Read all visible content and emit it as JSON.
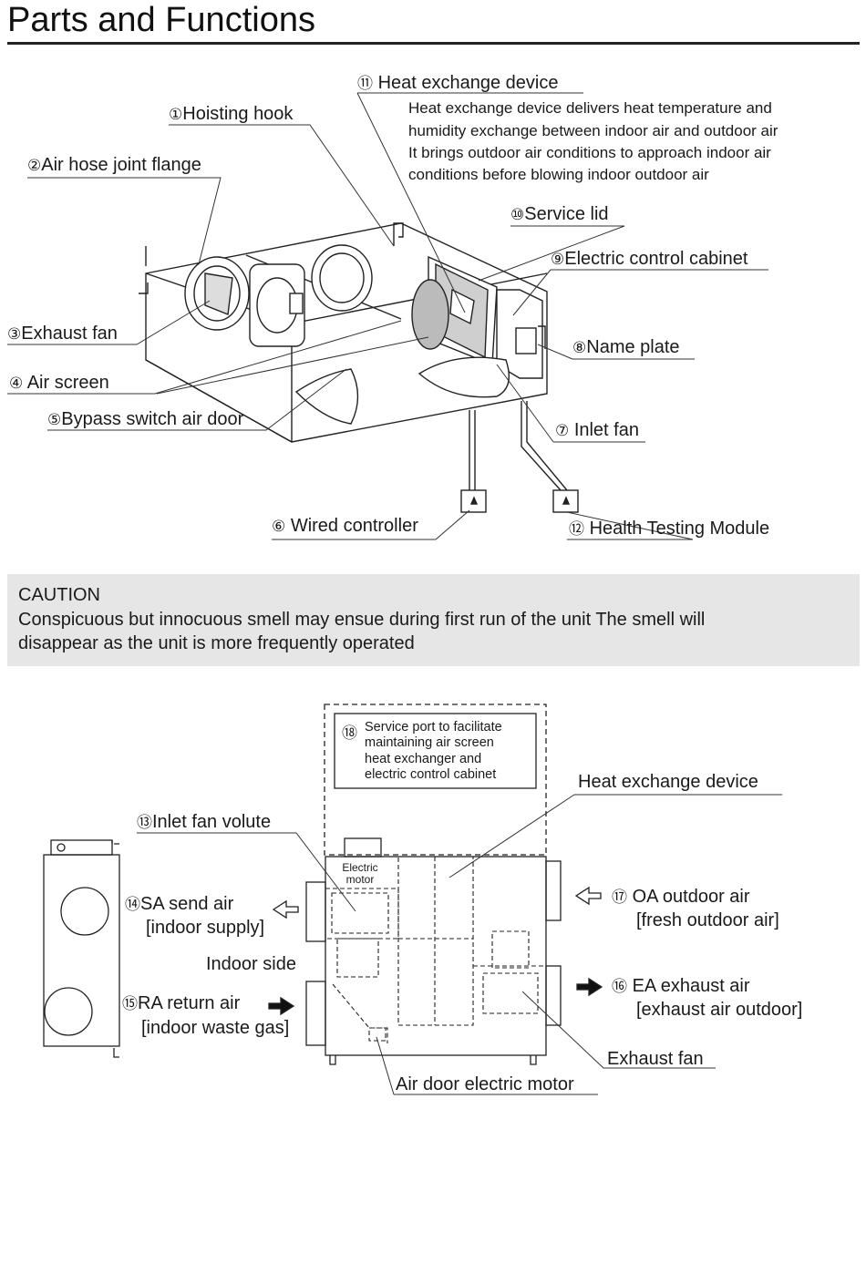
{
  "title": "Parts and Functions",
  "top_diagram": {
    "labels": {
      "hoisting_hook": {
        "num": "①",
        "text": "Hoisting hook"
      },
      "air_hose_joint_flange": {
        "num": "②",
        "text": "Air hose joint flange"
      },
      "exhaust_fan": {
        "num": "③",
        "text": "Exhaust fan"
      },
      "air_screen": {
        "num": "④",
        "text": "Air screen"
      },
      "bypass_switch_air_door": {
        "num": "⑤",
        "text": "Bypass switch air door"
      },
      "wired_controller": {
        "num": "⑥",
        "text": "Wired controller"
      },
      "inlet_fan": {
        "num": "⑦",
        "text": "Inlet fan"
      },
      "name_plate": {
        "num": "⑧",
        "text": "Name plate"
      },
      "electric_control_cabinet": {
        "num": "⑨",
        "text": "Electric control cabinet"
      },
      "service_lid": {
        "num": "⑩",
        "text": "Service lid"
      },
      "heat_exchange_device": {
        "num": "⑪",
        "text": "Heat exchange device"
      },
      "health_testing_module": {
        "num": "⑫",
        "text": "Health Testing Module"
      }
    },
    "heat_exchange_description": [
      "Heat exchange device delivers heat  temperature and",
      "humidity  exchange between indoor air and outdoor air",
      "It brings outdoor air conditions to approach indoor air",
      "conditions before blowing indoor outdoor air"
    ]
  },
  "caution": {
    "title": "CAUTION",
    "lines": [
      "Conspicuous but innocuous smell may ensue during first run of the unit  The smell will",
      "disappear as the unit is more frequently operated"
    ]
  },
  "bottom_diagram": {
    "service_port": {
      "num": "⑱",
      "lines": [
        "Service port  to facilitate",
        "maintaining air screen",
        "heat exchanger and",
        "electric control cabinet"
      ]
    },
    "heat_exchange_device": "Heat exchange device",
    "inlet_fan_volute": {
      "num": "⑬",
      "text": "Inlet fan  volute"
    },
    "electric_motor": [
      "Electric",
      "motor"
    ],
    "sa": {
      "num": "⑭",
      "line1": "SA  send air",
      "line2": "[indoor supply]"
    },
    "indoor_side": "Indoor side",
    "ra": {
      "num": "⑮",
      "line1": "RA  return air",
      "line2": "[indoor waste gas]"
    },
    "oa": {
      "num": "⑰",
      "line1": "OA  outdoor air",
      "line2": "[fresh outdoor air]"
    },
    "ea": {
      "num": "⑯",
      "line1": "EA  exhaust air",
      "line2": "[exhaust air outdoor]"
    },
    "exhaust_fan": "Exhaust fan",
    "air_door_electric_motor": "Air door electric motor"
  }
}
